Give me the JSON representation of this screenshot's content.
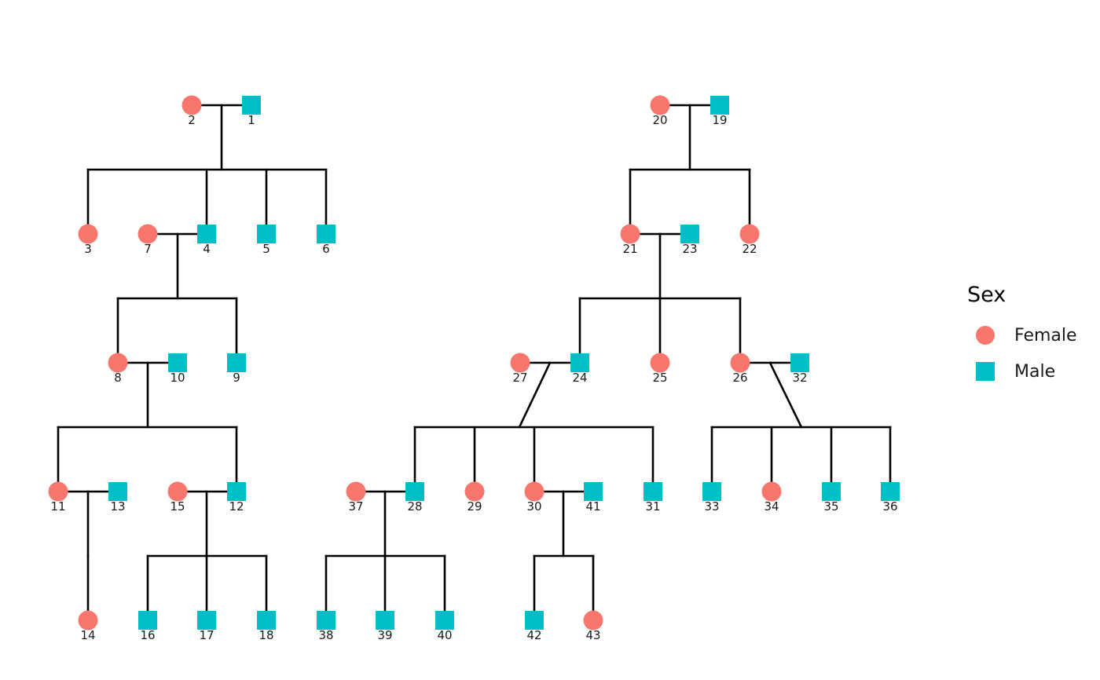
{
  "legend": {
    "title": "Sex",
    "female": {
      "label": "Female",
      "color": "#F8766D"
    },
    "male": {
      "label": "Male",
      "color": "#00BFC4"
    }
  },
  "individuals": [
    {
      "id": "1",
      "sex": "male"
    },
    {
      "id": "2",
      "sex": "female"
    },
    {
      "id": "3",
      "sex": "female"
    },
    {
      "id": "4",
      "sex": "male"
    },
    {
      "id": "5",
      "sex": "male"
    },
    {
      "id": "6",
      "sex": "male"
    },
    {
      "id": "7",
      "sex": "female"
    },
    {
      "id": "8",
      "sex": "female"
    },
    {
      "id": "9",
      "sex": "male"
    },
    {
      "id": "10",
      "sex": "male"
    },
    {
      "id": "11",
      "sex": "female"
    },
    {
      "id": "12",
      "sex": "male"
    },
    {
      "id": "13",
      "sex": "male"
    },
    {
      "id": "14",
      "sex": "female"
    },
    {
      "id": "15",
      "sex": "female"
    },
    {
      "id": "16",
      "sex": "male"
    },
    {
      "id": "17",
      "sex": "male"
    },
    {
      "id": "18",
      "sex": "male"
    },
    {
      "id": "19",
      "sex": "male"
    },
    {
      "id": "20",
      "sex": "female"
    },
    {
      "id": "21",
      "sex": "female"
    },
    {
      "id": "22",
      "sex": "female"
    },
    {
      "id": "23",
      "sex": "male"
    },
    {
      "id": "24",
      "sex": "male"
    },
    {
      "id": "25",
      "sex": "female"
    },
    {
      "id": "26",
      "sex": "female"
    },
    {
      "id": "27",
      "sex": "female"
    },
    {
      "id": "28",
      "sex": "male"
    },
    {
      "id": "29",
      "sex": "female"
    },
    {
      "id": "30",
      "sex": "female"
    },
    {
      "id": "31",
      "sex": "male"
    },
    {
      "id": "32",
      "sex": "male"
    },
    {
      "id": "33",
      "sex": "male"
    },
    {
      "id": "34",
      "sex": "female"
    },
    {
      "id": "35",
      "sex": "male"
    },
    {
      "id": "36",
      "sex": "male"
    },
    {
      "id": "37",
      "sex": "female"
    },
    {
      "id": "38",
      "sex": "male"
    },
    {
      "id": "39",
      "sex": "male"
    },
    {
      "id": "40",
      "sex": "male"
    },
    {
      "id": "41",
      "sex": "male"
    },
    {
      "id": "42",
      "sex": "male"
    },
    {
      "id": "43",
      "sex": "female"
    }
  ],
  "families": [
    {
      "parents": [
        "2",
        "1"
      ],
      "children": [
        "3",
        "4",
        "5",
        "6"
      ]
    },
    {
      "parents": [
        "7",
        "4"
      ],
      "children": [
        "8",
        "9"
      ]
    },
    {
      "parents": [
        "8",
        "10"
      ],
      "children": [
        "11",
        "12"
      ]
    },
    {
      "parents": [
        "11",
        "13"
      ],
      "children": [
        "14"
      ]
    },
    {
      "parents": [
        "15",
        "12"
      ],
      "children": [
        "16",
        "17",
        "18"
      ]
    },
    {
      "parents": [
        "20",
        "19"
      ],
      "children": [
        "21",
        "22"
      ]
    },
    {
      "parents": [
        "21",
        "23"
      ],
      "children": [
        "24",
        "25",
        "26"
      ]
    },
    {
      "parents": [
        "27",
        "24"
      ],
      "children": [
        "28",
        "29",
        "30",
        "31"
      ]
    },
    {
      "parents": [
        "26",
        "32"
      ],
      "children": [
        "33",
        "34",
        "35",
        "36"
      ]
    },
    {
      "parents": [
        "37",
        "28"
      ],
      "children": [
        "38",
        "39",
        "40"
      ]
    },
    {
      "parents": [
        "30",
        "41"
      ],
      "children": [
        "42",
        "43"
      ]
    }
  ]
}
